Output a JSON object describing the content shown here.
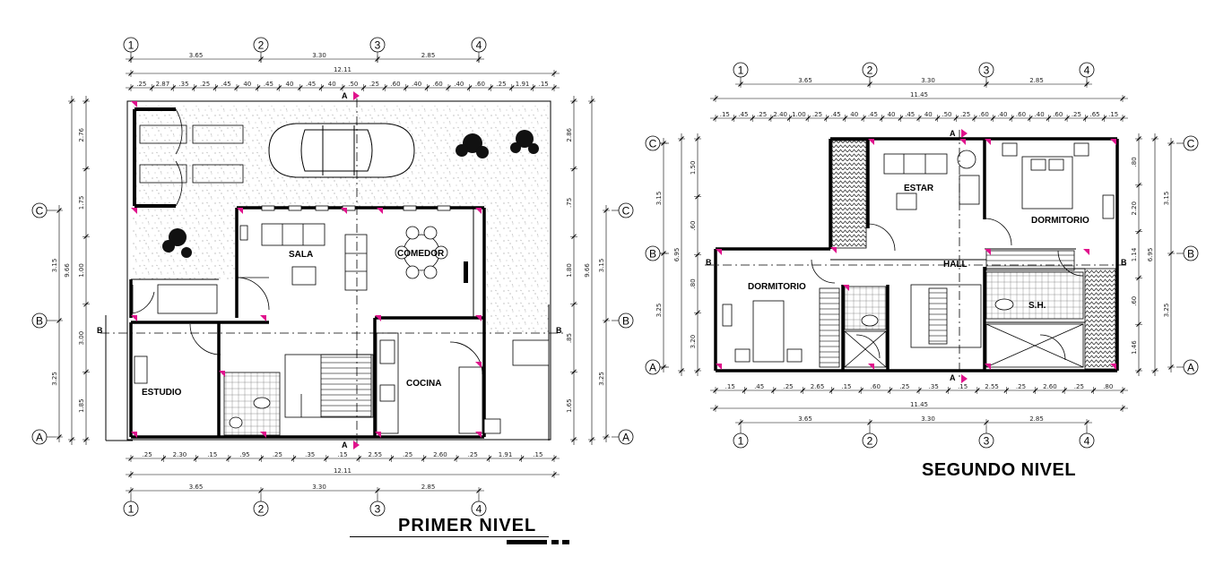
{
  "titles": {
    "first": "PRIMER NIVEL",
    "second": "SEGUNDO NIVEL"
  },
  "axes": {
    "numbers": [
      "1",
      "2",
      "3",
      "4"
    ],
    "letters": [
      "C",
      "B",
      "A"
    ]
  },
  "cut_label": "A",
  "side_cut_label": "B",
  "first_floor": {
    "rooms": {
      "sala": "SALA",
      "comedor": "COMEDOR",
      "estudio": "ESTUDIO",
      "cocina": "COCINA"
    },
    "top_axis_dims": [
      "3.65",
      "3.30",
      "2.85"
    ],
    "total_width": "12.11",
    "top_detail_dims": [
      ".25",
      "2.87",
      ".35",
      ".25",
      ".45",
      "40",
      ".45",
      "40",
      ".45",
      "40",
      ".50",
      ".25",
      ".60",
      ".40",
      ".60",
      ".40",
      ".60",
      ".25",
      "1.91",
      ".15"
    ],
    "bottom_detail_dims": [
      ".25",
      "2.30",
      ".15",
      ".95",
      ".25",
      ".35",
      ".15",
      "2.55",
      ".25",
      "2.60",
      ".25",
      "1.91",
      ".15"
    ],
    "left_dims": [
      "2.76",
      "1.75",
      "1.00",
      "3.00",
      "1.85"
    ],
    "left_axis_dims": [
      "3.15",
      "3.25"
    ],
    "left_total": "9.66",
    "right_dims": [
      "2.86",
      ".75",
      "1.80",
      ".85",
      "1.65"
    ],
    "right_axis_dims": [
      "3.15",
      "3.25"
    ],
    "right_total": "9.66"
  },
  "second_floor": {
    "rooms": {
      "estar": "ESTAR",
      "dormitorio_1": "DORMITORIO",
      "dormitorio_2": "DORMITORIO",
      "hall": "HALL",
      "sh": "S.H."
    },
    "top_axis_dims": [
      "3.65",
      "3.30",
      "2.85"
    ],
    "total_width": "11.45",
    "top_detail_dims": [
      ".15",
      ".45",
      ".25",
      "2.40",
      "1.00",
      ".25",
      ".45",
      "40",
      ".45",
      "40",
      ".45",
      "40",
      ".50",
      ".25",
      ".60",
      ".40",
      ".60",
      ".40",
      ".60",
      ".25",
      ".65",
      ".15"
    ],
    "bottom_detail_dims": [
      ".15",
      ".45",
      ".25",
      "2.65",
      ".15",
      ".60",
      ".25",
      ".35",
      ".15",
      "2.55",
      ".25",
      "2.60",
      ".25",
      ".80"
    ],
    "left_dims": [
      "1.50",
      ".60",
      ".80",
      "3.20"
    ],
    "left_axis_dims": [
      "3.15",
      "3.25"
    ],
    "left_total": "6.95",
    "right_dims": [
      ".80",
      "2.20",
      "1.14",
      ".60",
      "1.46"
    ],
    "right_axis_dims": [
      "3.15",
      "3.25"
    ],
    "right_total": "6.95"
  },
  "colors": {
    "line": "#000000",
    "marker": "#e0128c",
    "hatch": "#444444",
    "dim": "#222222"
  }
}
